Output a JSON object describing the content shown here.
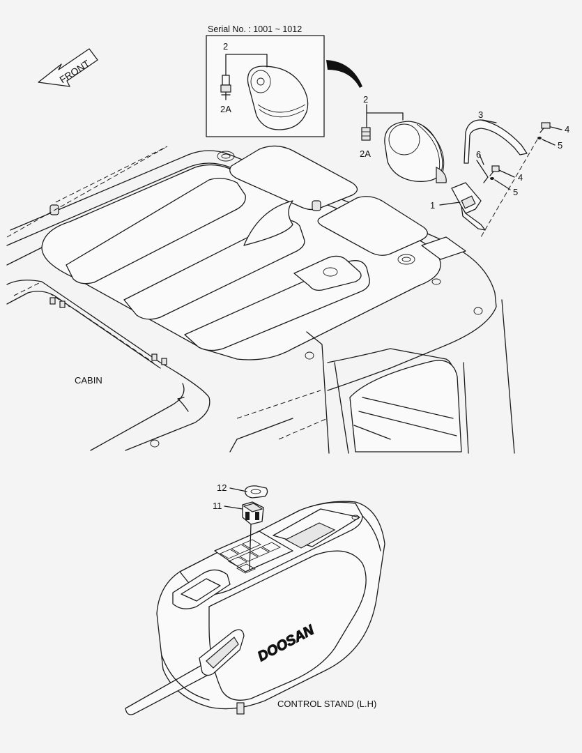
{
  "serial_label": "Serial No. : 1001 ~ 1012",
  "front_label": "FRONT",
  "cabin_label": "CABIN",
  "control_stand_label": "CONTROL STAND (L.H)",
  "brand_label": "DOOSAN",
  "callouts": {
    "c1": "1",
    "c2_inset": "2",
    "c2a_inset": "2A",
    "c2": "2",
    "c2a": "2A",
    "c3": "3",
    "c4_top": "4",
    "c5_top": "5",
    "c6": "6",
    "c4_mid": "4",
    "c5_mid": "5",
    "c11": "11",
    "c12": "12"
  }
}
